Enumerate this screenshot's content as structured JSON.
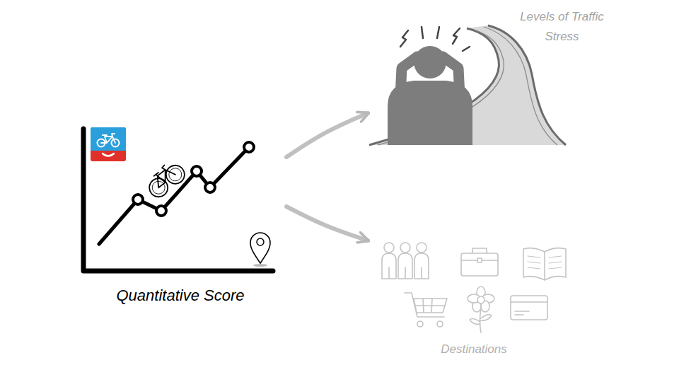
{
  "diagram": {
    "nodes": [
      {
        "text": [
          "Quantitative Score"
        ]
      },
      {
        "text": [
          "Levels of Traffic Stress"
        ]
      },
      {
        "text": [
          "Destinations"
        ]
      }
    ],
    "edges": [
      {
        "from": 0,
        "to": 1,
        "arrow": "to"
      },
      {
        "from": 0,
        "to": 2,
        "arrow": "to"
      }
    ]
  }
}
